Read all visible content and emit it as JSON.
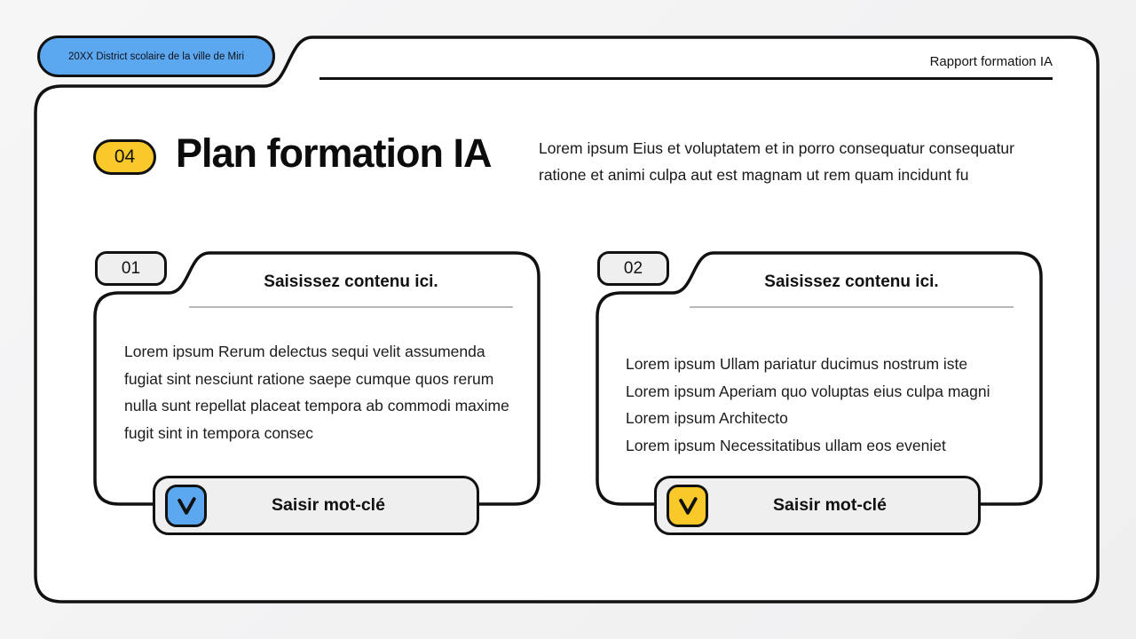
{
  "header": {
    "badge_label": "20XX District scolaire de la ville de Miri",
    "report_label": "Rapport formation IA"
  },
  "title_section": {
    "number_badge": "04",
    "title": "Plan formation IA",
    "intro": "Lorem ipsum Eius et voluptatem et in porro consequatur consequatur ratione et animi culpa aut est magnam ut rem quam incidunt fu"
  },
  "cards": [
    {
      "tab_number": "01",
      "header": "Saisissez contenu ici.",
      "body": "Lorem ipsum Rerum delectus sequi velit assumenda fugiat sint nesciunt ratione saepe cumque quos rerum nulla sunt repellat placeat tempora ab commodi maxime fugit sint in tempora consec",
      "keyword_button": {
        "label": "Saisir mot-clé",
        "checkbox_checked": true,
        "checkbox_color": "#5BA7F0"
      }
    },
    {
      "tab_number": "02",
      "header": "Saisissez contenu ici.",
      "body_lines": [
        "Lorem ipsum Ullam pariatur ducimus nostrum iste",
        "Lorem ipsum Aperiam quo voluptas eius culpa magni",
        "Lorem ipsum Architecto",
        "Lorem ipsum Necessitatibus ullam eos eveniet"
      ],
      "keyword_button": {
        "label": "Saisir mot-clé",
        "checkbox_checked": true,
        "checkbox_color": "#F8C929"
      }
    }
  ],
  "colors": {
    "accent_blue": "#5BA7F0",
    "accent_yellow": "#F8C929",
    "outline": "#111111",
    "page_background": "#F2F2F3",
    "surface_gray": "#EFEFEF",
    "divider_gray": "#B9B9B9"
  }
}
